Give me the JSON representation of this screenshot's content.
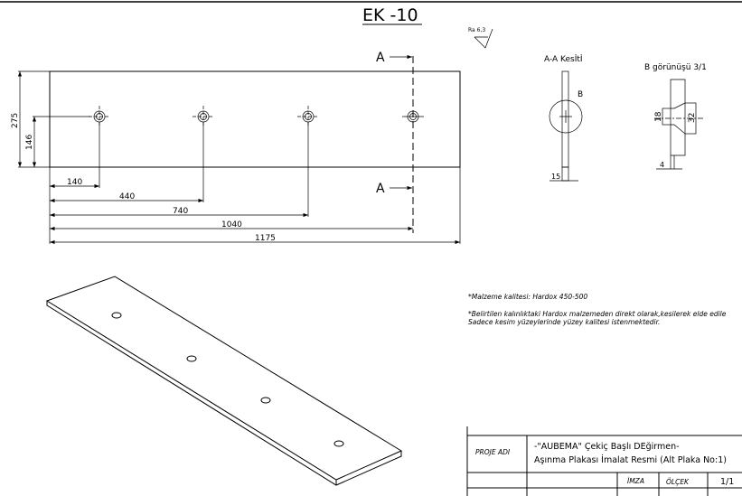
{
  "title": "EK -10",
  "surface_finish": "Ra 6,3",
  "plan_view": {
    "section_marker": "A",
    "dimensions": {
      "height": "275",
      "hole_height": "146",
      "hole1": "140",
      "hole2": "440",
      "hole3": "740",
      "hole4": "1040",
      "length": "1175"
    }
  },
  "section_view": {
    "title": "A-A Kesİtİ",
    "detail_marker": "B",
    "thickness": "15"
  },
  "detail_view": {
    "title": "B görünüşü 3/1",
    "dim_small": "18",
    "dim_large": "32",
    "dim_depth": "4"
  },
  "notes": [
    "*Malzeme kalitesi: Hardox 450-500",
    "*Belirtilen kalınlıktaki Hardox malzemeden direkt olarak,kesilerek elde edile",
    "Sadece kesim yüzeylerinde yüzey kalitesi istenmektedir."
  ],
  "title_block": {
    "project_label": "PROJE ADI",
    "project_line1": "-\"AUBEMA\" Çekiç Başlı DEğirmen-",
    "project_line2": "Aşınma Plakası İmalat Resmi (Alt Plaka No:1)",
    "signature_label": "İMZA",
    "scale_label": "ÖLÇEK",
    "scale_value": "1/1"
  }
}
